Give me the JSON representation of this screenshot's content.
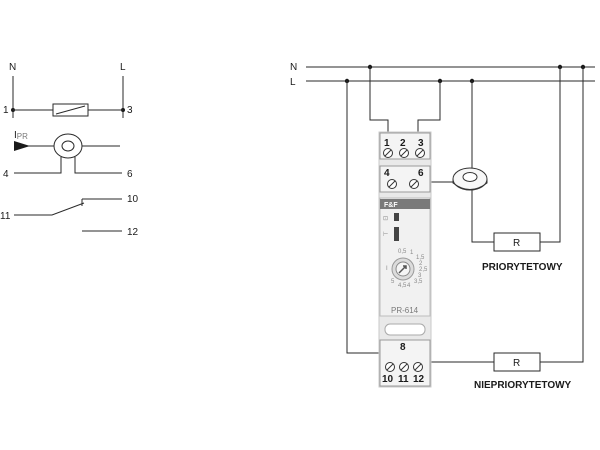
{
  "symbol": {
    "N": "N",
    "L": "L",
    "t1": "1",
    "t3": "3",
    "current": "I",
    "current_sub": "PR",
    "t4": "4",
    "t6": "6",
    "t10": "10",
    "t11": "11",
    "t12": "12"
  },
  "wiring": {
    "N": "N",
    "L": "L",
    "top_terminals": [
      "1",
      "2",
      "3"
    ],
    "mid_terminals": [
      "4",
      "6"
    ],
    "bottom_top_label": "8",
    "bottom_terminals": [
      "10",
      "11",
      "12"
    ],
    "model": "PR-614",
    "brand": "F&F",
    "dial_label": "I",
    "dial_scale": [
      "0,5",
      "1",
      "1,5",
      "2",
      "2,5",
      "3",
      "3,5",
      "4",
      "4,5",
      "5"
    ],
    "load_symbol": "R",
    "priority_label": "PRIORYTETOWY",
    "nonpriority_label": "NIEPRIORYTETOWY"
  }
}
